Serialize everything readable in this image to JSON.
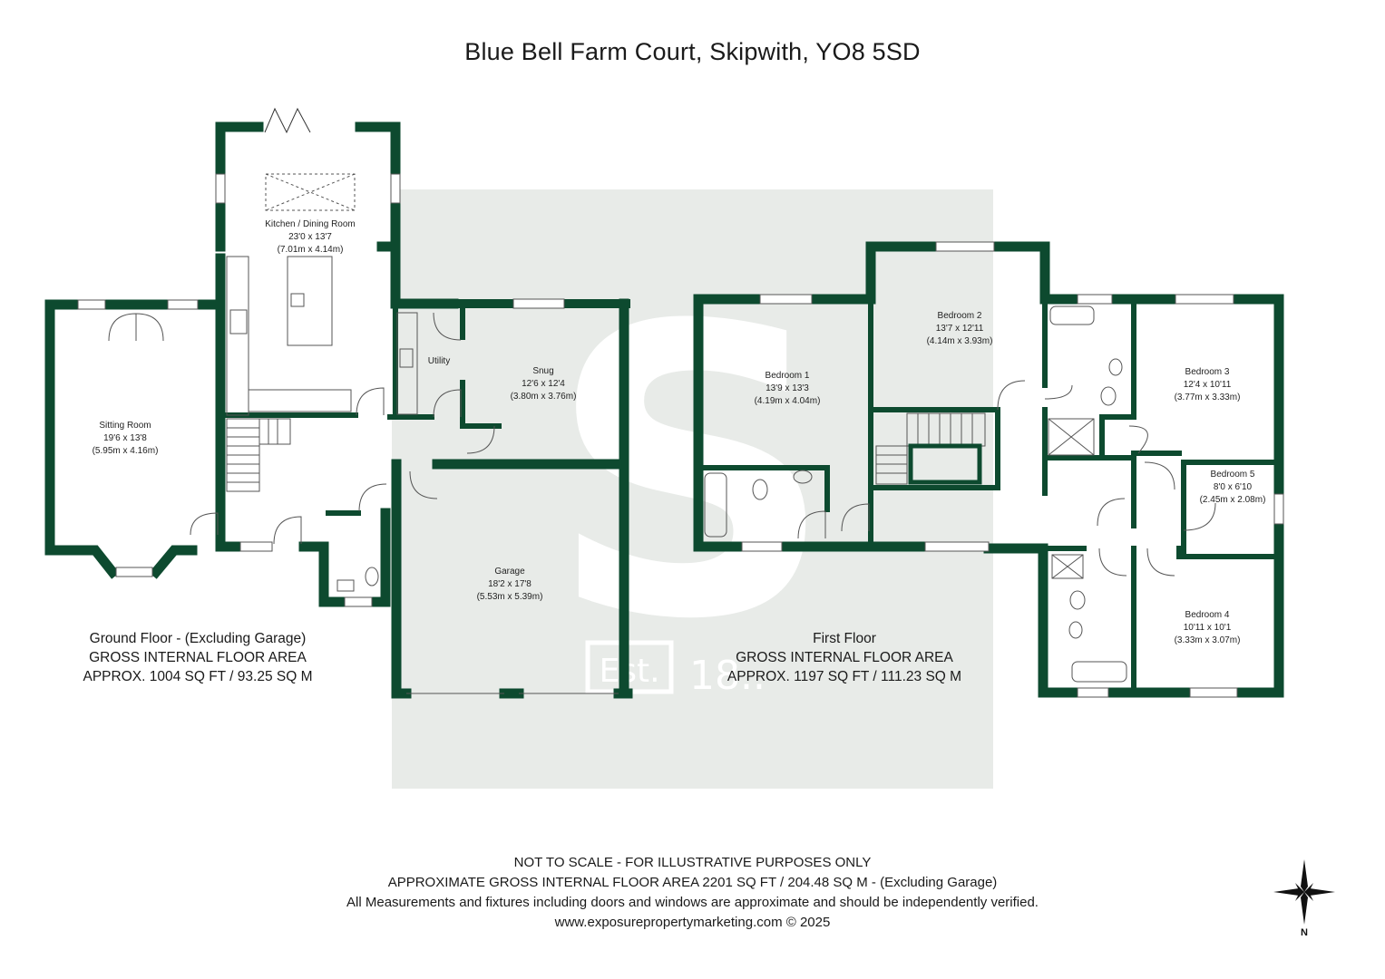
{
  "title": "Blue Bell Farm Court, Skipwith, YO8 5SD",
  "brand": {
    "watermark_letter": "S",
    "watermark_est": "Est.",
    "watermark_year": "18..",
    "wall_color": "#0d4a2f",
    "watermark_bg": "#e8ebe8"
  },
  "rooms": [
    {
      "name": "Kitchen / Dining Room",
      "imperial": "23'0 x 13'7",
      "metric": "(7.01m x 4.14m)"
    },
    {
      "name": "Sitting Room",
      "imperial": "19'6 x 13'8",
      "metric": "(5.95m x 4.16m)"
    },
    {
      "name": "Utility",
      "imperial": "",
      "metric": ""
    },
    {
      "name": "Snug",
      "imperial": "12'6 x 12'4",
      "metric": "(3.80m x 3.76m)"
    },
    {
      "name": "Garage",
      "imperial": "18'2 x 17'8",
      "metric": "(5.53m x 5.39m)"
    },
    {
      "name": "Bedroom 1",
      "imperial": "13'9 x 13'3",
      "metric": "(4.19m x 4.04m)"
    },
    {
      "name": "Bedroom 2",
      "imperial": "13'7 x 12'11",
      "metric": "(4.14m x 3.93m)"
    },
    {
      "name": "Bedroom 3",
      "imperial": "12'4 x 10'11",
      "metric": "(3.77m x 3.33m)"
    },
    {
      "name": "Bedroom 5",
      "imperial": "8'0 x 6'10",
      "metric": "(2.45m x 2.08m)"
    },
    {
      "name": "Bedroom 4",
      "imperial": "10'11 x 10'1",
      "metric": "(3.33m x 3.07m)"
    }
  ],
  "ground_floor": {
    "line1": "Ground Floor - (Excluding Garage)",
    "line2": "GROSS INTERNAL FLOOR AREA",
    "line3": "APPROX. 1004 SQ FT / 93.25 SQ M"
  },
  "first_floor": {
    "line1": "First Floor",
    "line2": "GROSS INTERNAL FLOOR AREA",
    "line3": "APPROX. 1197 SQ FT / 111.23 SQ M"
  },
  "footer": {
    "line1": "NOT TO SCALE - FOR ILLUSTRATIVE PURPOSES ONLY",
    "line2": "APPROXIMATE GROSS INTERNAL FLOOR AREA 2201 SQ FT / 204.48 SQ M - (Excluding Garage)",
    "line3": "All Measurements and fixtures including doors and windows are approximate and should be independently verified.",
    "line4": "www.exposurepropertymarketing.com © 2025"
  },
  "compass": {
    "label": "N",
    "icon": "compass-rose-icon"
  }
}
